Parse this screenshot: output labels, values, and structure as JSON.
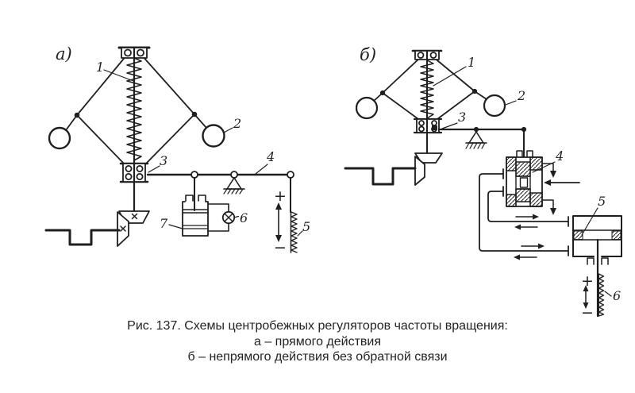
{
  "colors": {
    "ink": "#1f1f1f",
    "paper": "#ffffff",
    "caption_text": "#232323"
  },
  "caption": {
    "line1": "Рис. 137. Схемы центробежных регуляторов частоты вращения:",
    "line2": "а – прямого действия",
    "line3": "б – непрямого действия без обратной связи"
  },
  "panel_a": {
    "label": "а)",
    "parts": {
      "p1": "1",
      "p2": "2",
      "p3": "3",
      "p4": "4",
      "p5": "5",
      "p6": "6",
      "p7": "7"
    },
    "plus": "+",
    "minus": "−"
  },
  "panel_b": {
    "label": "б)",
    "parts": {
      "p1": "1",
      "p2": "2",
      "p3": "3",
      "p4": "4",
      "p5": "5",
      "p6": "6"
    },
    "plus": "+",
    "minus": "−"
  }
}
